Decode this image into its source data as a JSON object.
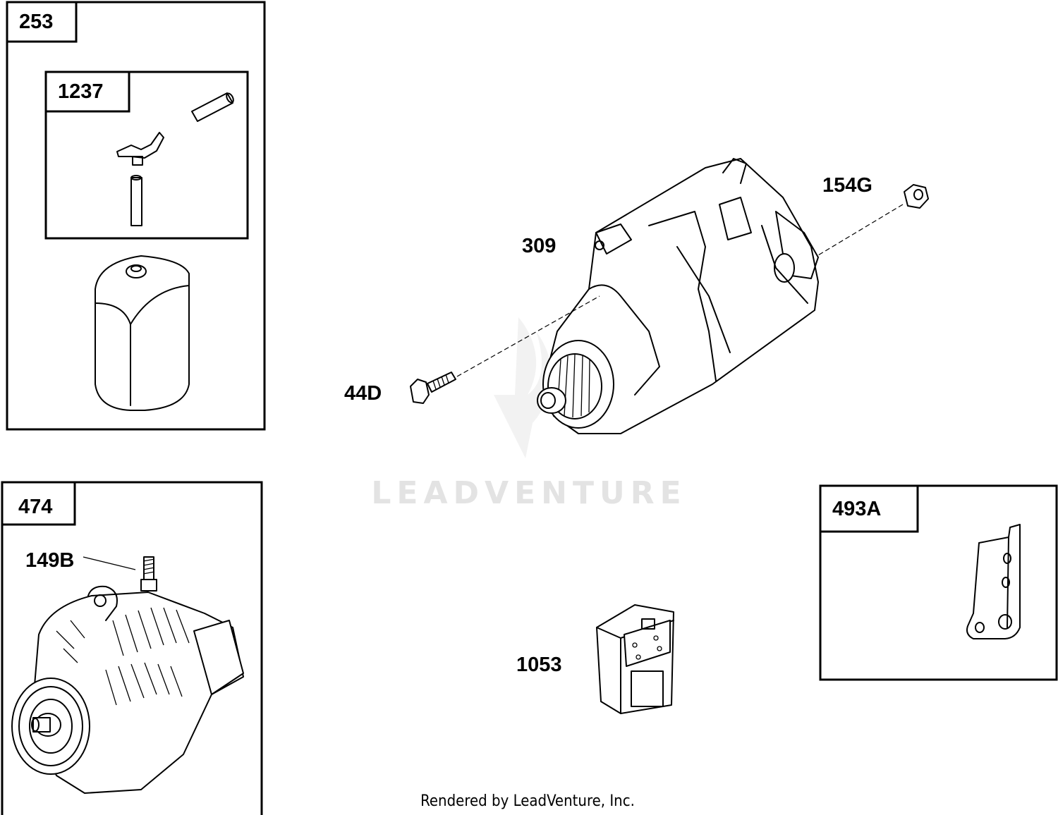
{
  "callouts": {
    "p253": "253",
    "p1237": "1237",
    "p474": "474",
    "p493A": "493A",
    "p309": "309",
    "p154G": "154G",
    "p44D": "44D",
    "p149B": "149B",
    "p1053": "1053"
  },
  "watermark": "LEADVENTURE",
  "footer": "Rendered by LeadVenture, Inc."
}
